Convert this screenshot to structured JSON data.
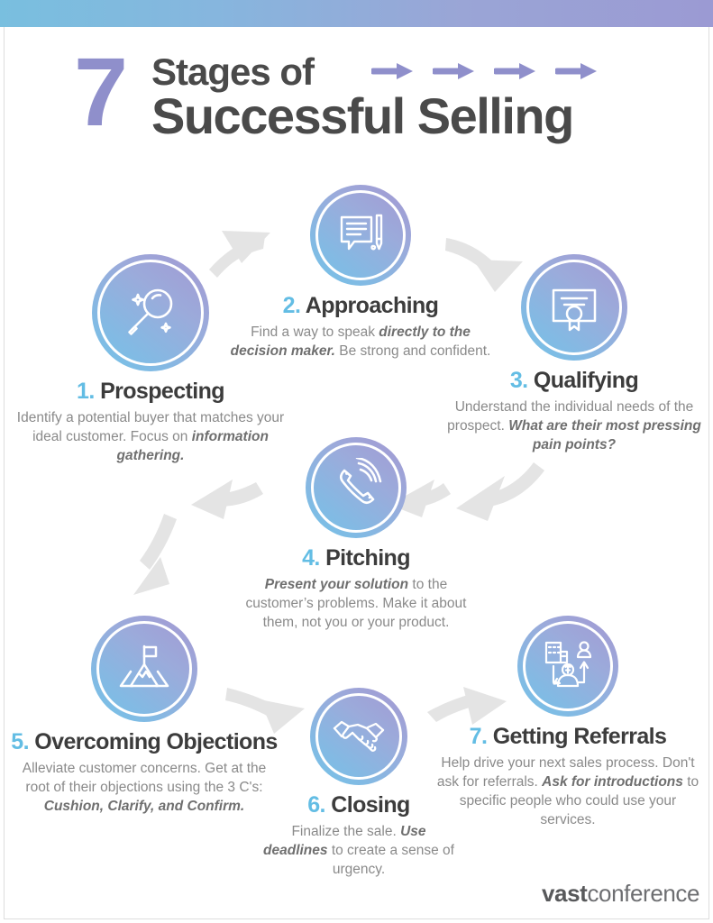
{
  "header": {
    "number": "7",
    "line1": "Stages of",
    "line2": "Successful Selling",
    "arrow_count": 4,
    "arrow_icon": "arrow-right-icon"
  },
  "colors": {
    "accent_blue": "#63bde4",
    "accent_purple": "#8f8fcb",
    "heading_gray": "#3c3c3c",
    "body_gray": "#8a8a8a",
    "emphasis_gray": "#6f6f6f",
    "gradient_start": "#74c3e8",
    "gradient_end": "#a398d2",
    "connector_arrow": "#e3e3e3",
    "topbar_start": "#79bfdf",
    "topbar_end": "#9b9ad3"
  },
  "stages": [
    {
      "number": "1.",
      "title": "Prospecting",
      "icon": "magnifying-glass-icon",
      "desc_parts": [
        {
          "text": "Identify a potential buyer that matches your ideal customer. Focus on ",
          "emphasis": false
        },
        {
          "text": "information gathering.",
          "emphasis": true
        }
      ]
    },
    {
      "number": "2.",
      "title": "Approaching",
      "icon": "speech-bubble-pen-icon",
      "desc_parts": [
        {
          "text": "Find a way to speak ",
          "emphasis": false
        },
        {
          "text": "directly to the decision maker.",
          "emphasis": true
        },
        {
          "text": " Be strong and confident.",
          "emphasis": false
        }
      ]
    },
    {
      "number": "3.",
      "title": "Qualifying",
      "icon": "certificate-award-icon",
      "desc_parts": [
        {
          "text": "Understand the individual needs of the prospect. ",
          "emphasis": false
        },
        {
          "text": "What are their most pressing pain points?",
          "emphasis": true
        }
      ]
    },
    {
      "number": "4.",
      "title": "Pitching",
      "icon": "phone-ringing-icon",
      "desc_parts": [
        {
          "text": "Present your solution",
          "emphasis": true
        },
        {
          "text": " to the customer’s problems. Make it about them, not you or your product.",
          "emphasis": false
        }
      ]
    },
    {
      "number": "5.",
      "title": "Overcoming Objections",
      "icon": "mountain-flag-icon",
      "desc_parts": [
        {
          "text": "Alleviate customer concerns. Get at the root of their objections using the 3 C's: ",
          "emphasis": false
        },
        {
          "text": "Cushion, Clarify, and Confirm.",
          "emphasis": true
        }
      ]
    },
    {
      "number": "6.",
      "title": "Closing",
      "icon": "handshake-icon",
      "desc_parts": [
        {
          "text": "Finalize the sale. ",
          "emphasis": false
        },
        {
          "text": "Use deadlines",
          "emphasis": true
        },
        {
          "text": " to create a sense of urgency.",
          "emphasis": false
        }
      ]
    },
    {
      "number": "7.",
      "title": "Getting Referrals",
      "icon": "referral-network-icon",
      "desc_parts": [
        {
          "text": "Help drive your next sales process. Don't ask for referrals. ",
          "emphasis": false
        },
        {
          "text": "Ask for introductions",
          "emphasis": true
        },
        {
          "text": " to specific people who could use your services.",
          "emphasis": false
        }
      ]
    }
  ],
  "footer": {
    "logo_bold": "vast",
    "logo_light": "conference"
  }
}
